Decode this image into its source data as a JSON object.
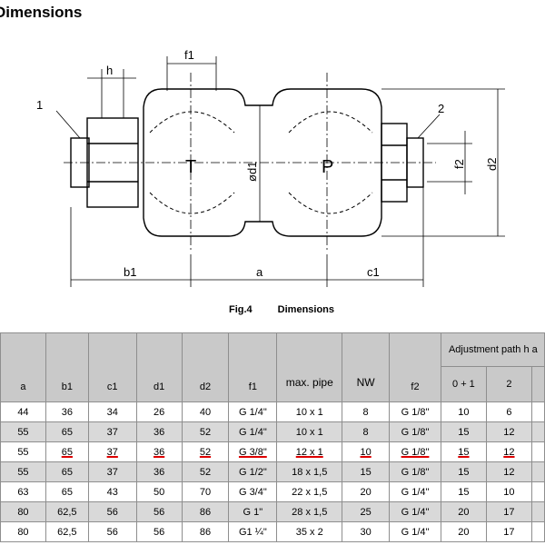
{
  "heading": "Dimensions",
  "figure": {
    "labels": {
      "h": "h",
      "f1": "f1",
      "callout1": "1",
      "callout2": "2",
      "T": "T",
      "P": "P",
      "d1": "ød1",
      "f2": "f2",
      "d2": "d2",
      "b1": "b1",
      "a": "a",
      "c1": "c1"
    },
    "caption_fig": "Fig.4",
    "caption_title": "Dimensions"
  },
  "table": {
    "group_header": "Adjustment path h a",
    "columns": [
      "a",
      "b1",
      "c1",
      "d1",
      "d2",
      "f1",
      "max. pipe",
      "NW",
      "f2",
      "0 + 1",
      "2"
    ],
    "rows": [
      [
        "44",
        "36",
        "34",
        "26",
        "40",
        "G 1/4\"",
        "10 x 1",
        "8",
        "G 1/8\"",
        "10",
        "6"
      ],
      [
        "55",
        "65",
        "37",
        "36",
        "52",
        "G 1/4\"",
        "10 x 1",
        "8",
        "G 1/8\"",
        "15",
        "12"
      ],
      [
        "55",
        "65",
        "37",
        "36",
        "52",
        "G 3/8\"",
        "12 x 1",
        "10",
        "G 1/8\"",
        "15",
        "12"
      ],
      [
        "55",
        "65",
        "37",
        "36",
        "52",
        "G 1/2\"",
        "18 x 1,5",
        "15",
        "G 1/8\"",
        "15",
        "12"
      ],
      [
        "63",
        "65",
        "43",
        "50",
        "70",
        "G 3/4\"",
        "22 x 1,5",
        "20",
        "G 1/4\"",
        "15",
        "10"
      ],
      [
        "80",
        "62,5",
        "56",
        "56",
        "86",
        "G 1\"",
        "28 x 1,5",
        "25",
        "G 1/4\"",
        "20",
        "17"
      ],
      [
        "80",
        "62,5",
        "56",
        "56",
        "86",
        "G1 ¼\"",
        "35 x 2",
        "30",
        "G 1/4\"",
        "20",
        "17"
      ]
    ]
  }
}
